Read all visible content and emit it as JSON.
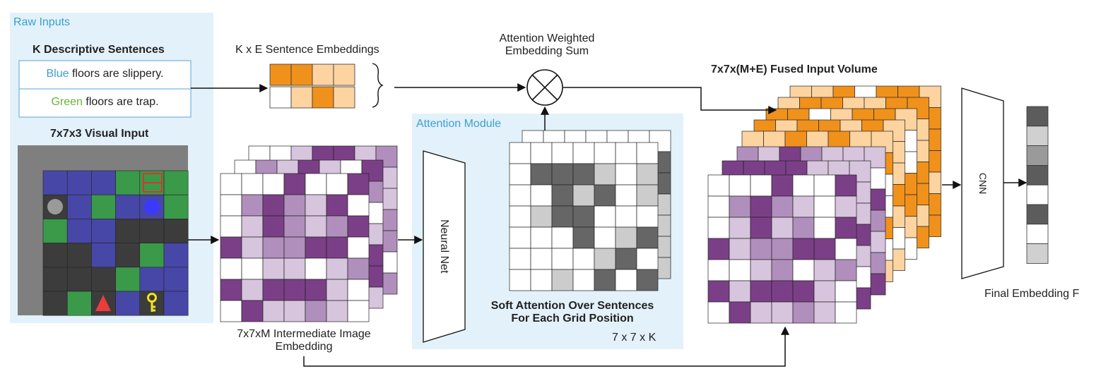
{
  "raw_inputs": {
    "panel_title": "Raw Inputs",
    "sentences_title": "K Descriptive Sentences",
    "sentence1": {
      "highlight": "Blue",
      "rest": " floors are slippery."
    },
    "sentence2": {
      "highlight": "Green",
      "rest": " floors are trap."
    },
    "visual_title": "7x7x3 Visual Input"
  },
  "sentence_embeddings_label": "K x E Sentence Embeddings",
  "attention_sum_label": "Attention Weighted\nEmbedding Sum",
  "fused_volume_label": "7x7x(M+E) Fused Input Volume",
  "intermediate_label": "7x7xM Intermediate Image\nEmbedding",
  "attention_module": {
    "panel_title": "Attention Module",
    "neural_net_label": "Neural Net",
    "soft_attention_label": "Soft Attention Over Sentences\nFor Each Grid Position",
    "dims_label": "7 x 7 x K"
  },
  "cnn_label": "CNN",
  "final_embedding_label": "Final Embedding F",
  "colors": {
    "panel_bg": "#e3f1fa",
    "panel_title": "#3b9fd1",
    "grid_blue": "#4747a8",
    "grid_green": "#3a9a4a",
    "grid_dark": "#3c3c3c",
    "grid_gray": "#7f7f7f",
    "purple_dark": "#7b3f87",
    "purple_mid": "#b08fbd",
    "purple_light": "#d7c4dd",
    "orange_dark": "#f0911c",
    "orange_light": "#fdd3a0",
    "attn_dark": "#666666",
    "attn_light": "#cccccc"
  },
  "icons": [
    "door-icon",
    "ball-gray-icon",
    "ball-blue-icon",
    "triangle-agent-icon",
    "key-icon",
    "multiply-circle-icon"
  ]
}
